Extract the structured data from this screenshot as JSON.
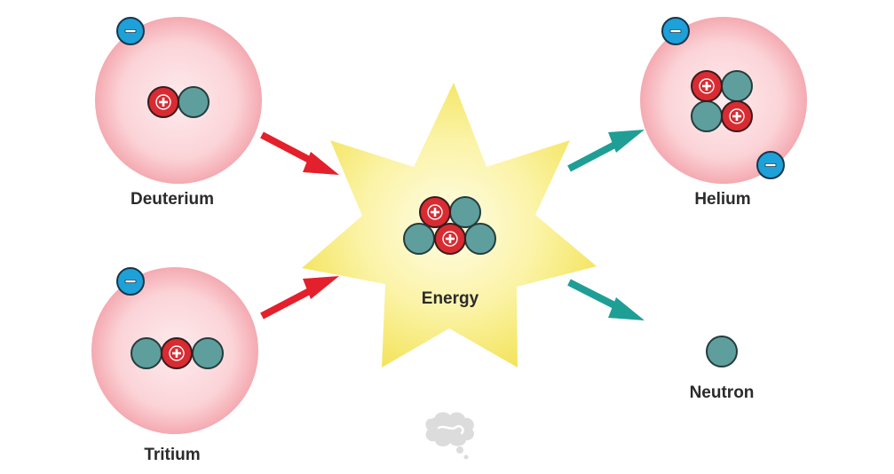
{
  "labels": {
    "deuterium": "Deuterium",
    "tritium": "Tritium",
    "energy": "Energy",
    "helium": "Helium",
    "neutron": "Neutron"
  },
  "icons": {
    "electron": "minus-sign-icon",
    "proton": "plus-sign-icon",
    "neutron": "teal-circle",
    "watermark": "brain-logo-icon"
  },
  "colors": {
    "atom_cloud_center": "#fde4e6",
    "atom_cloud_edge": "#f6b3b9",
    "electron": "#1ea0d8",
    "proton": "#d92b32",
    "neutron": "#5e9f9e",
    "red_arrow": "#e3202b",
    "teal_arrow": "#1f9e95",
    "star_center": "#fffbe0",
    "star_edge": "#f6ea6a",
    "watermark": "#d7d7d7"
  }
}
